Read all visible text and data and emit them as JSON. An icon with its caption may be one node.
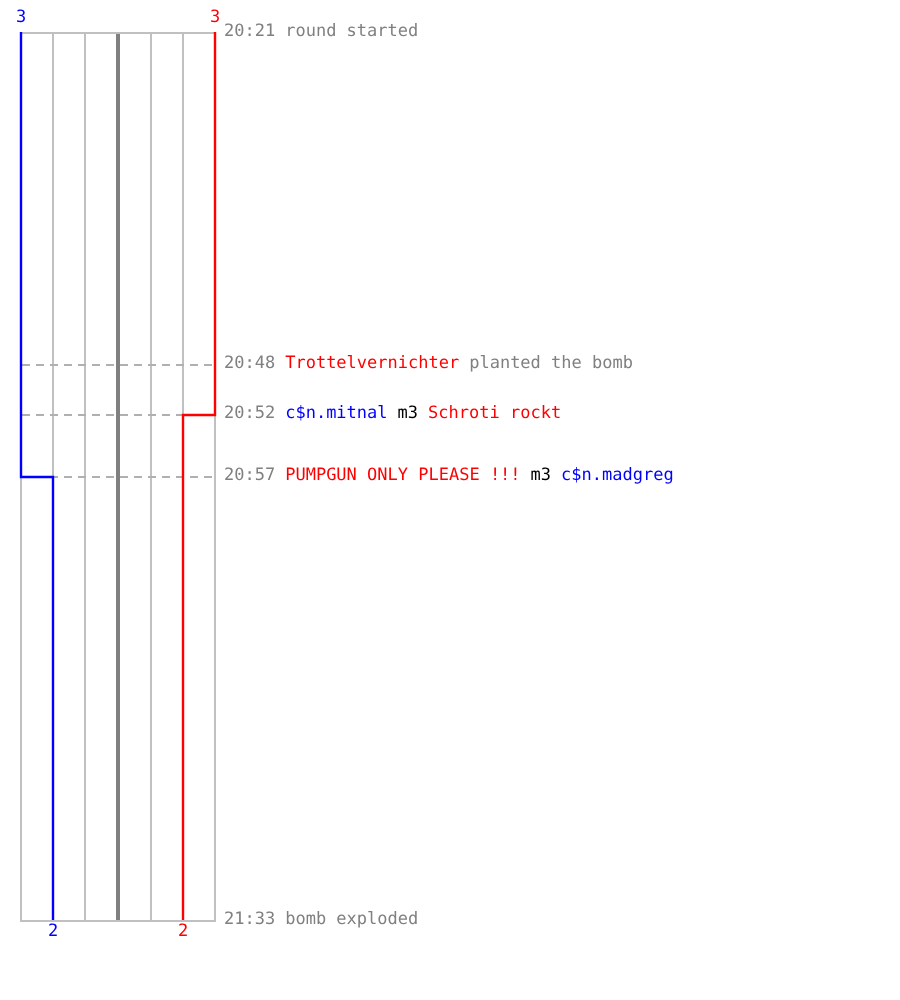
{
  "diagram": {
    "labels": [
      "3",
      "3",
      "20:21",
      "round started",
      "20:48",
      "Trottelvernichter",
      "planted the bomb",
      "20:52",
      "c$n.mitnal",
      "m3",
      "Schroti rockt",
      "20:57",
      "PUMPGUN ONLY PLEASE !!!",
      "m3",
      "c$n.madgreg",
      "21:33",
      "bomb exploded",
      "2",
      "2"
    ]
  }
}
